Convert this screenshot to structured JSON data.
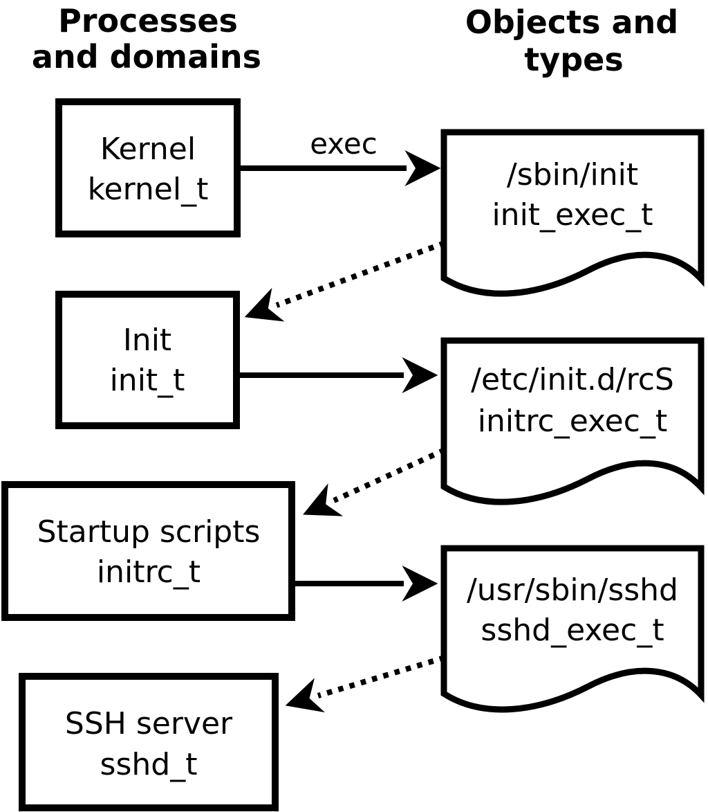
{
  "headers": {
    "left": {
      "line1": "Processes",
      "line2": "and domains"
    },
    "right": {
      "line1": "Objects and",
      "line2": "types"
    }
  },
  "exec_label": "exec",
  "process_boxes": [
    {
      "name": "Kernel",
      "type": "kernel_t"
    },
    {
      "name": "Init",
      "type": "init_t"
    },
    {
      "name": "Startup scripts",
      "type": "initrc_t"
    },
    {
      "name": "SSH server",
      "type": "sshd_t"
    }
  ],
  "object_docs": [
    {
      "path": "/sbin/init",
      "type": "init_exec_t"
    },
    {
      "path": "/etc/init.d/rcS",
      "type": "initrc_exec_t"
    },
    {
      "path": "/usr/sbin/sshd",
      "type": "sshd_exec_t"
    }
  ],
  "colors": {
    "foreground": "#000000",
    "background": "#ffffff"
  }
}
